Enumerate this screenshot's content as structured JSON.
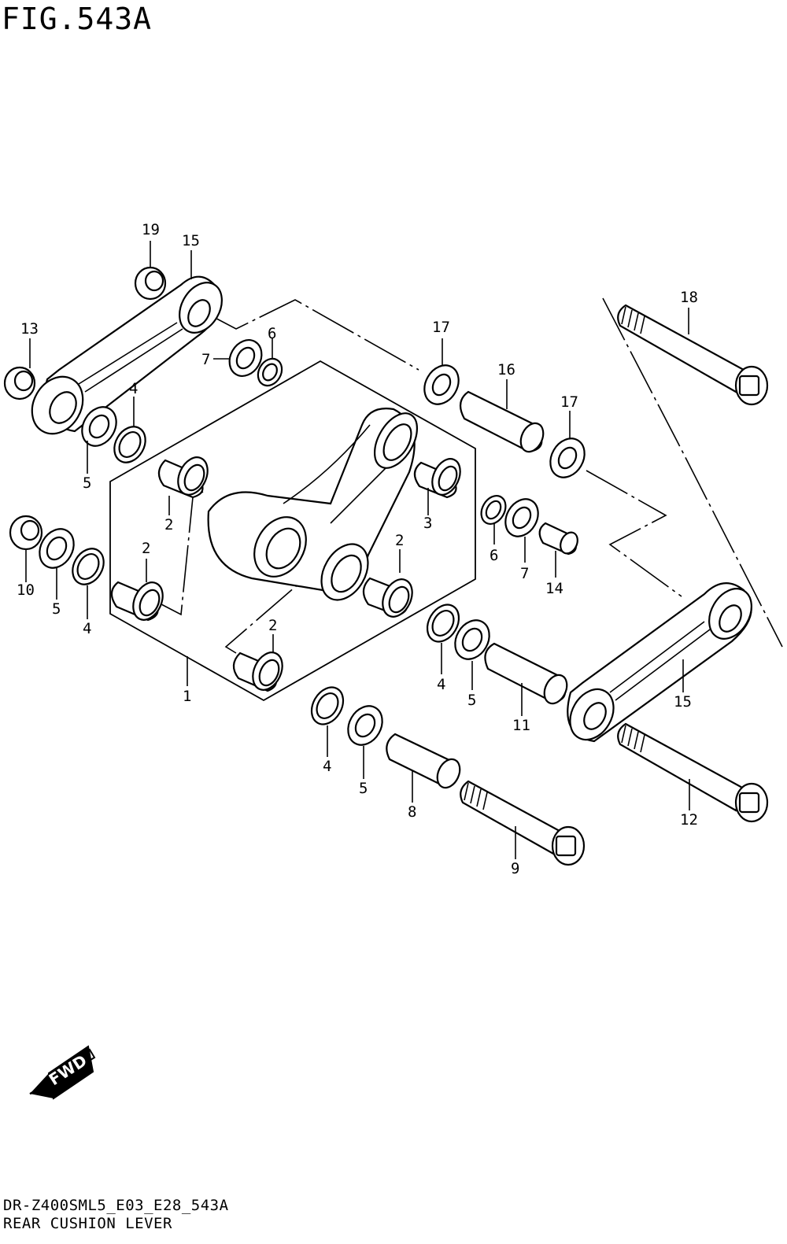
{
  "figure": {
    "title": "FIG.543A",
    "model_code": "DR-Z400SML5_E03_E28_543A",
    "caption": "REAR CUSHION LEVER"
  },
  "fwd_arrow": {
    "label": "FWD",
    "icon": "fwd-arrow-icon"
  },
  "callouts": [
    {
      "id": "c19",
      "number": "19"
    },
    {
      "id": "c15a",
      "number": "15"
    },
    {
      "id": "c13",
      "number": "13"
    },
    {
      "id": "c7a",
      "number": "7"
    },
    {
      "id": "c6a",
      "number": "6"
    },
    {
      "id": "c4a",
      "number": "4"
    },
    {
      "id": "c5a",
      "number": "5"
    },
    {
      "id": "c17a",
      "number": "17"
    },
    {
      "id": "c16",
      "number": "16"
    },
    {
      "id": "c17b",
      "number": "17"
    },
    {
      "id": "c18",
      "number": "18"
    },
    {
      "id": "c2a",
      "number": "2"
    },
    {
      "id": "c3",
      "number": "3"
    },
    {
      "id": "c2b",
      "number": "2"
    },
    {
      "id": "c2c",
      "number": "2"
    },
    {
      "id": "c6b",
      "number": "6"
    },
    {
      "id": "c7b",
      "number": "7"
    },
    {
      "id": "c14",
      "number": "14"
    },
    {
      "id": "c10",
      "number": "10"
    },
    {
      "id": "c5b",
      "number": "5"
    },
    {
      "id": "c4b",
      "number": "4"
    },
    {
      "id": "c2d",
      "number": "2"
    },
    {
      "id": "c1",
      "number": "1"
    },
    {
      "id": "c4c",
      "number": "4"
    },
    {
      "id": "c5c",
      "number": "5"
    },
    {
      "id": "c11",
      "number": "11"
    },
    {
      "id": "c15b",
      "number": "15"
    },
    {
      "id": "c4d",
      "number": "4"
    },
    {
      "id": "c5d",
      "number": "5"
    },
    {
      "id": "c8",
      "number": "8"
    },
    {
      "id": "c12",
      "number": "12"
    },
    {
      "id": "c9",
      "number": "9"
    }
  ]
}
